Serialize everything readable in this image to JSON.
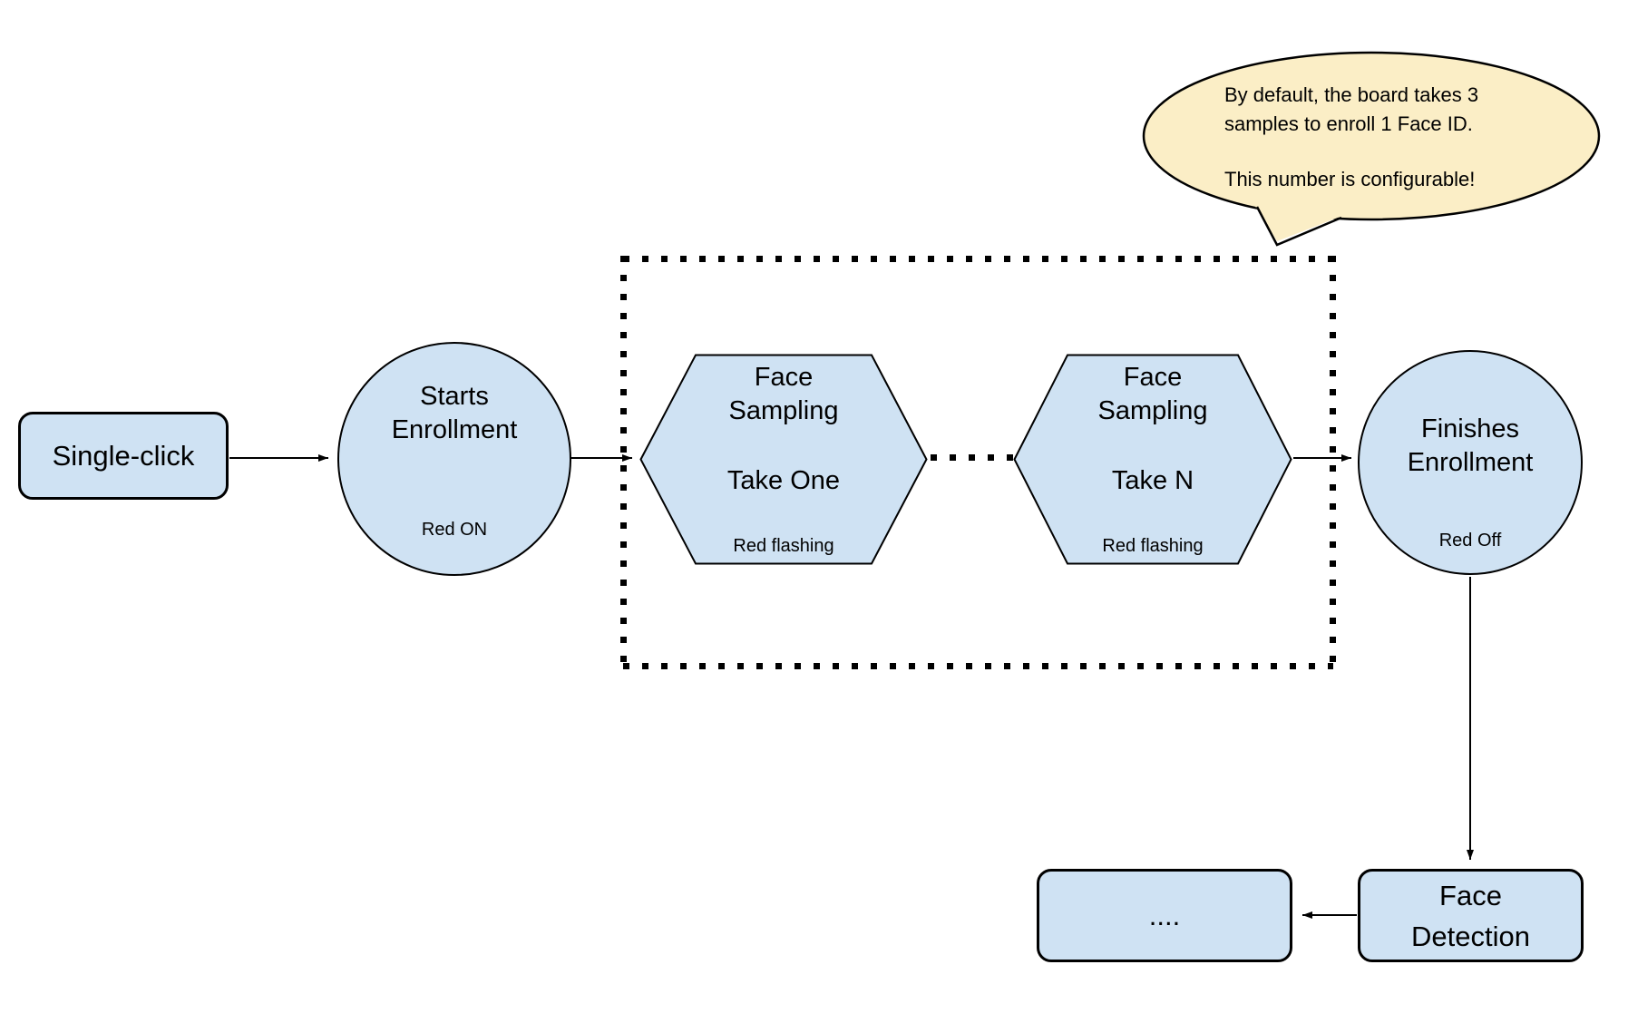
{
  "diagram": {
    "kind": "flowchart",
    "topic": "Face ID enrollment flow"
  },
  "colors": {
    "node_fill": "#cfe2f3",
    "outline": "#000000",
    "callout_fill": "#fbeec6",
    "background": "#ffffff"
  },
  "callout": {
    "line1": "By default, the board takes 3",
    "line2": "samples to enroll 1 Face ID.",
    "line3": "This number is configurable!"
  },
  "nodes": {
    "single_click": {
      "label": "Single-click"
    },
    "starts_enrollment": {
      "title1": "Starts",
      "title2": "Enrollment",
      "status": "Red ON"
    },
    "take_one": {
      "title1": "Face",
      "title2": "Sampling",
      "step": "Take One",
      "status": "Red flashing"
    },
    "take_n": {
      "title1": "Face",
      "title2": "Sampling",
      "step": "Take N",
      "status": "Red flashing"
    },
    "finishes_enrollment": {
      "title1": "Finishes",
      "title2": "Enrollment",
      "status": "Red Off"
    },
    "face_detection": {
      "line1": "Face",
      "line2": "Detection"
    },
    "continuation": {
      "label": "...."
    }
  }
}
